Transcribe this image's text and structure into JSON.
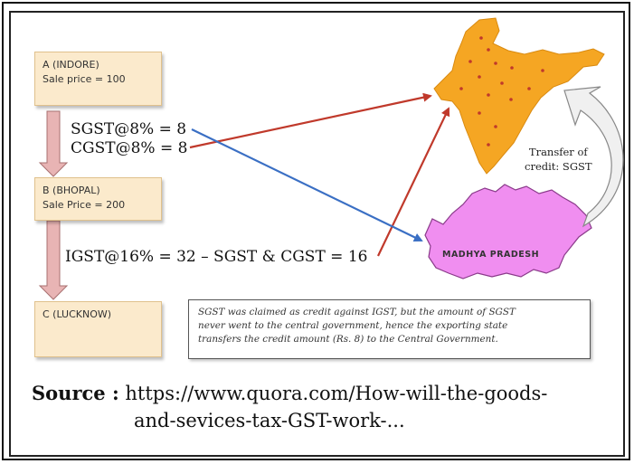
{
  "nodes": {
    "a": {
      "line1": "A (INDORE)",
      "line2": "Sale price = 100"
    },
    "b": {
      "line1": "B (BHOPAL)",
      "line2": "Sale Price = 200"
    },
    "c": {
      "line1": "C (LUCKNOW)"
    }
  },
  "taxes": {
    "sgst": "SGST@8%   = 8",
    "cgst": "CGST@8%   = 8",
    "igst": "IGST@16%  = 32 – SGST & CGST = 16"
  },
  "map_labels": {
    "madhya_pradesh": "MADHYA PRADESH",
    "transfer_line1": "Transfer of",
    "transfer_line2": "credit: SGST"
  },
  "note": {
    "line1": "SGST was claimed as credit against IGST, but the amount of SGST",
    "line2": "never went to the central government, hence the exporting state",
    "line3": "transfers the credit amount (Rs. 8) to the Central Government."
  },
  "source": {
    "label": "Source :",
    "url_line1": " https://www.quora.com/How-will-the-goods-",
    "url_line2": "and-sevices-tax-GST-work-..."
  },
  "colors": {
    "box_fill": "#fbeacc",
    "flow_arrow": "#e8b4b4",
    "india_map": "#f5a623",
    "mp_map": "#f08ef0",
    "red_arrow": "#c0392b",
    "blue_arrow": "#3a6fc4"
  }
}
